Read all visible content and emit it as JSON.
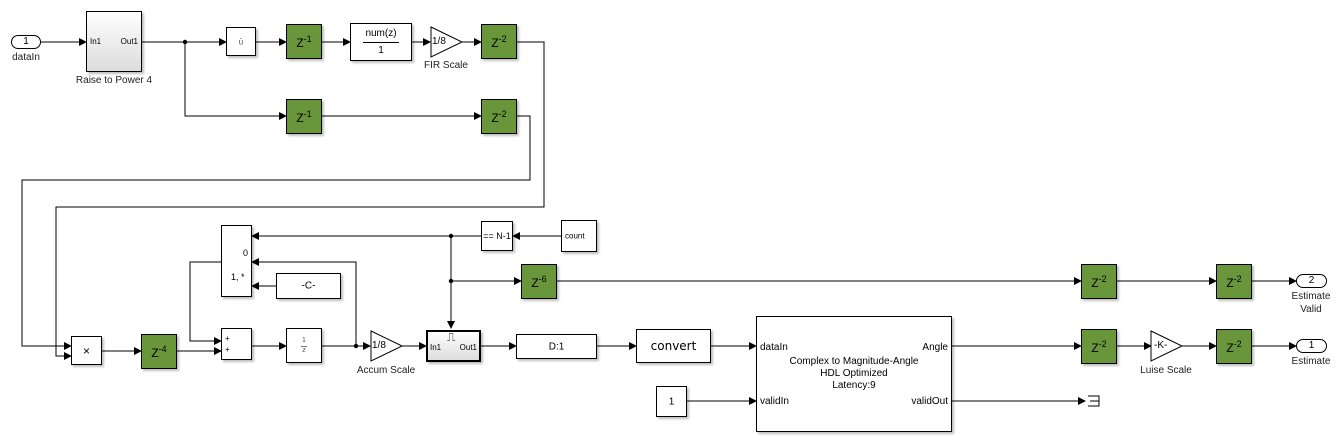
{
  "inports": [
    {
      "number": "1",
      "label": "dataIn"
    }
  ],
  "outports": [
    {
      "number": "2",
      "label_line1": "Estimate",
      "label_line2": "Valid"
    },
    {
      "number": "1",
      "label_line1": "Estimate",
      "label_line2": ""
    }
  ],
  "subsystems": {
    "raise_power": {
      "in": "In1",
      "out": "Out1",
      "caption": "Raise to Power 4"
    },
    "enabled": {
      "in": "In1",
      "out": "Out1",
      "trigger_glyph": "⎍"
    }
  },
  "blocks": {
    "conj": "ū",
    "fir": {
      "num": "num(z)",
      "den": "1"
    },
    "fir_gain": {
      "value": "1/8",
      "caption": "FIR Scale"
    },
    "accum_gain": {
      "value": "1/8",
      "caption": "Accum Scale"
    },
    "luise_gain": {
      "value": "-K-",
      "caption": "Luise Scale"
    },
    "product": "×",
    "sum_signs": [
      "+",
      "+"
    ],
    "integrator": {
      "num": "1",
      "den": "z"
    },
    "switch_labels": {
      "zero": "0",
      "star": "1, *"
    },
    "constant_c": "-C-",
    "compare": "== N-1",
    "counter": "count",
    "downsample": "D:1",
    "convert": "convert",
    "constant_one": "1",
    "cordic": {
      "in_data": "dataIn",
      "in_valid": "validIn",
      "out_angle": "Angle",
      "out_valid": "validOut",
      "line1": "Complex to Magnitude-Angle",
      "line2": "HDL Optimized",
      "line3": "Latency:9"
    }
  },
  "delays": [
    {
      "id": "d1",
      "base": "Z",
      "exp": "-1"
    },
    {
      "id": "d2",
      "base": "Z",
      "exp": "-2"
    },
    {
      "id": "d3",
      "base": "Z",
      "exp": "-1"
    },
    {
      "id": "d4",
      "base": "Z",
      "exp": "-2"
    },
    {
      "id": "d5",
      "base": "Z",
      "exp": "-4"
    },
    {
      "id": "d6",
      "base": "Z",
      "exp": "-6"
    },
    {
      "id": "d7",
      "base": "Z",
      "exp": "-2"
    },
    {
      "id": "d8",
      "base": "Z",
      "exp": "-2"
    },
    {
      "id": "d9",
      "base": "Z",
      "exp": "-2"
    },
    {
      "id": "d10",
      "base": "Z",
      "exp": "-2"
    }
  ]
}
